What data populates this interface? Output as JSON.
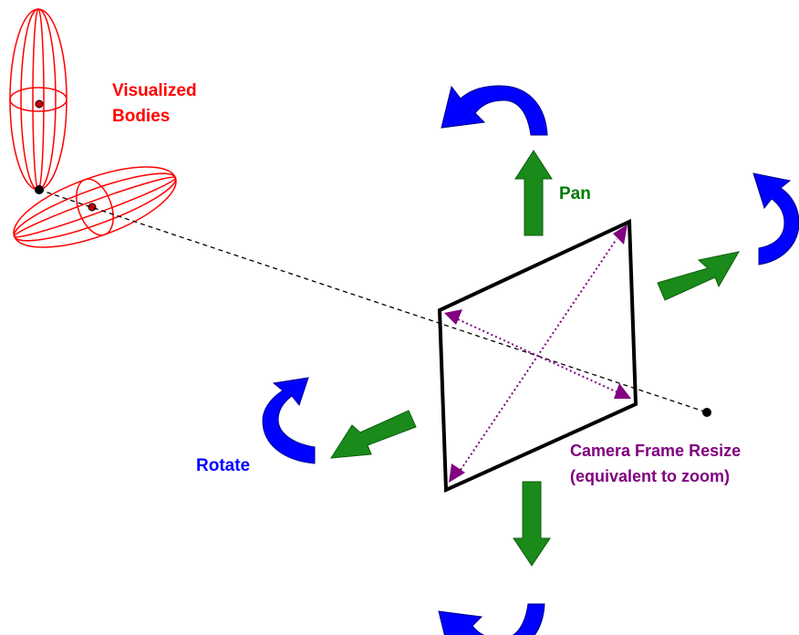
{
  "labels": {
    "visualized_bodies_line1": "Visualized",
    "visualized_bodies_line2": "Bodies",
    "pan": "Pan",
    "rotate": "Rotate",
    "resize_line1": "Camera Frame Resize",
    "resize_line2": "(equivalent to zoom)"
  },
  "colors": {
    "bodies": "#ff0000",
    "pan_arrows": "#1a8a1a",
    "rotate_arrows": "#0000ff",
    "resize_arrows": "#800080",
    "frame": "#000000",
    "line_of_sight": "#000000"
  }
}
